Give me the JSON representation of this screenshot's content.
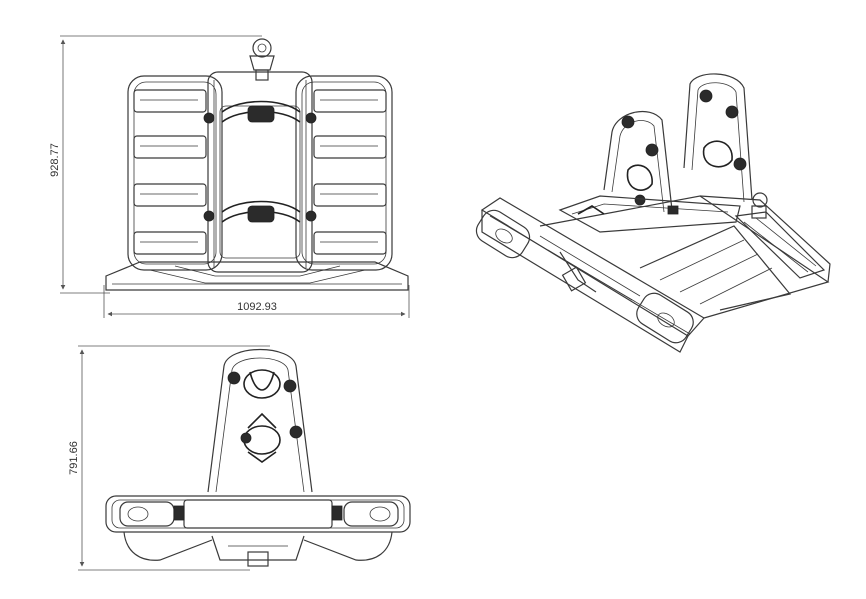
{
  "dimensions": {
    "top_view_height": "928.77",
    "top_view_width": "1092.93",
    "rear_view_height": "791.66"
  },
  "colors": {
    "line": "#3a3a3a",
    "dimension": "#555555",
    "background": "#ffffff"
  }
}
